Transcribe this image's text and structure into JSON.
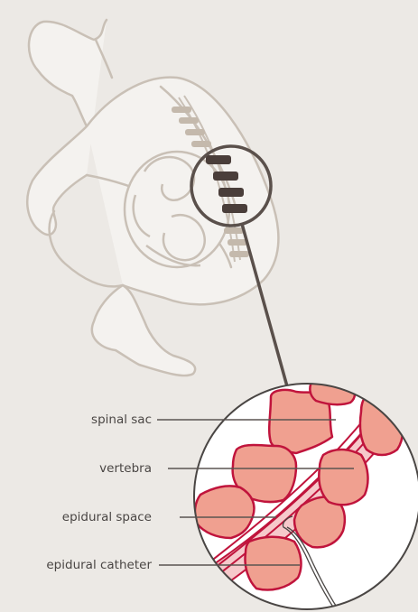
{
  "labels": {
    "spinal_sac": "spinal sac",
    "vertebra": "vertebra",
    "epidural_space": "epidural space",
    "epidural_catheter": "epidural catheter"
  },
  "colors": {
    "background": "#ece9e5",
    "body_outline": "#c9c0b6",
    "body_fill": "#f4f2ef",
    "vertebra_highlight": "#4a3e3a",
    "vertebra_light": "#c4b9ac",
    "lens": "#5a504b",
    "vertebra_detail": "#f0a090",
    "crimson": "#c0143c",
    "pink_tissue": "#f6c9cb",
    "leader": "#5a5451"
  }
}
